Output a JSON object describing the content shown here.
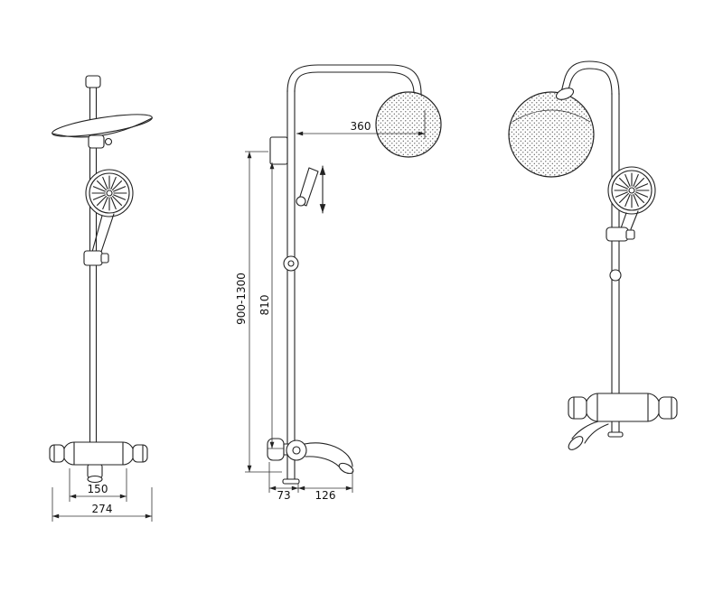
{
  "colors": {
    "background": "#ffffff",
    "line": "#222222"
  },
  "dimensions": {
    "arm_reach": "360",
    "overall_height": "900-1300",
    "riser_height": "810",
    "wall_offset": "73",
    "spout_reach": "126",
    "inlet_spacing": "150",
    "overall_width": "274"
  }
}
